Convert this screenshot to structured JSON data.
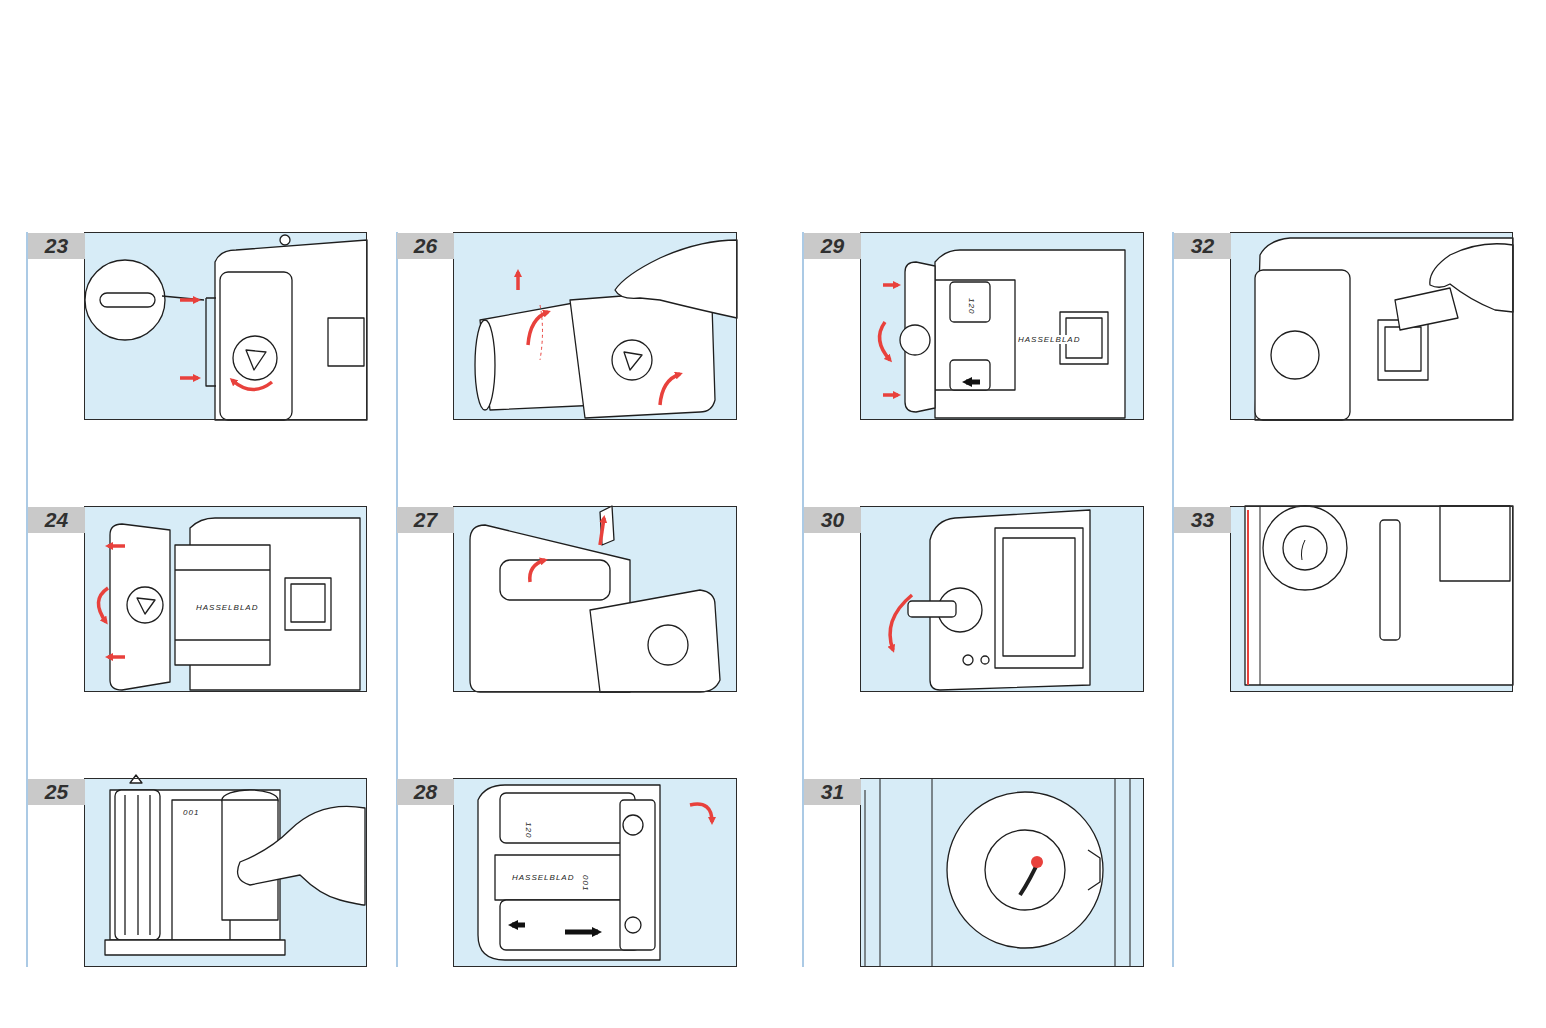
{
  "diagram": {
    "nodes": [
      {
        "text": [
          "23"
        ]
      },
      {
        "text": [
          "24"
        ]
      },
      {
        "text": [
          "25"
        ]
      },
      {
        "text": [
          "26"
        ]
      },
      {
        "text": [
          "27"
        ]
      },
      {
        "text": [
          "28"
        ]
      },
      {
        "text": [
          "29"
        ]
      },
      {
        "text": [
          "30"
        ]
      },
      {
        "text": [
          "31"
        ]
      },
      {
        "text": [
          "32"
        ]
      },
      {
        "text": [
          "33"
        ]
      }
    ],
    "labels": [
      "HASSELBLAD",
      "001",
      "120",
      "001",
      "HASSELBLAD",
      "120",
      "HASSELBLAD"
    ]
  }
}
